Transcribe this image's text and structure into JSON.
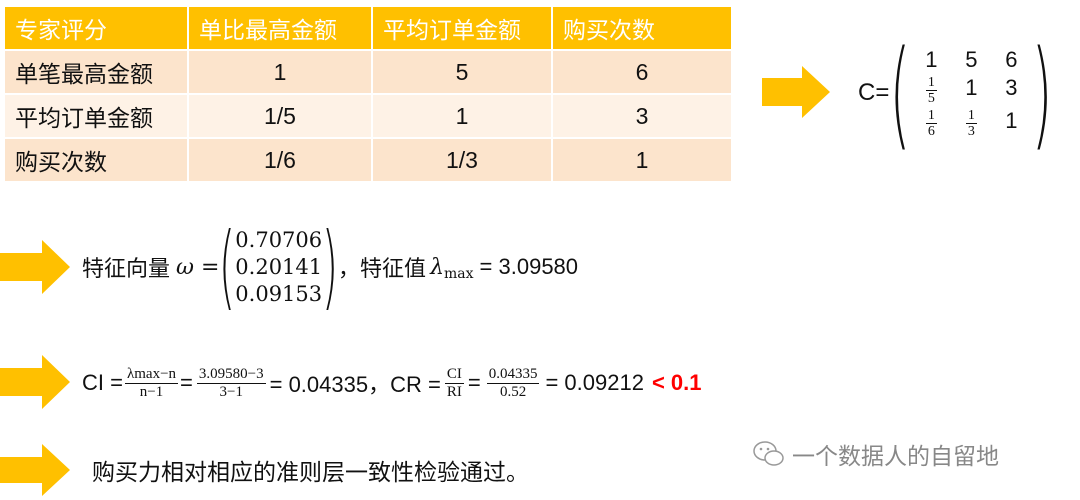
{
  "table": {
    "headers": [
      "专家评分",
      "单比最高金额",
      "平均订单金额",
      "购买次数"
    ],
    "rows": [
      [
        "单笔最高金额",
        "1",
        "5",
        "6"
      ],
      [
        "平均订单金额",
        "1/5",
        "1",
        "3"
      ],
      [
        "购买次数",
        "1/6",
        "1/3",
        "1"
      ]
    ]
  },
  "matrix": {
    "label": "C=",
    "cells": [
      [
        {
          "v": "1"
        },
        {
          "v": "5"
        },
        {
          "v": "6"
        }
      ],
      [
        {
          "n": "1",
          "d": "5"
        },
        {
          "v": "1"
        },
        {
          "v": "3"
        }
      ],
      [
        {
          "n": "1",
          "d": "6"
        },
        {
          "n": "1",
          "d": "3"
        },
        {
          "v": "1"
        }
      ]
    ]
  },
  "eigen": {
    "vector_label": "特征向量",
    "omega": "ω =",
    "vector": [
      "0.70706",
      "0.20141",
      "0.09153"
    ],
    "value_label": "，特征值",
    "lambda": "λ",
    "lambda_sub": "max",
    "value": "= 3.09580"
  },
  "ci": {
    "ci_label": "CI =",
    "f1_num": "λmax−n",
    "f1_den": "n−1",
    "eq": "=",
    "f2_num": "3.09580−3",
    "f2_den": "3−1",
    "ci_result": "= 0.04335，CR =",
    "f3_num": "CI",
    "f3_den": "RI",
    "eq2": "=",
    "f4_num": "0.04335",
    "f4_den": "0.52",
    "cr_result": "= 0.09212",
    "threshold": "< 0.1"
  },
  "conclusion": "购买力相对相应的准则层一致性检验通过。",
  "watermark": "一个数据人的自留地",
  "colors": {
    "accent": "#FFC000",
    "highlight": "#FF0000"
  }
}
